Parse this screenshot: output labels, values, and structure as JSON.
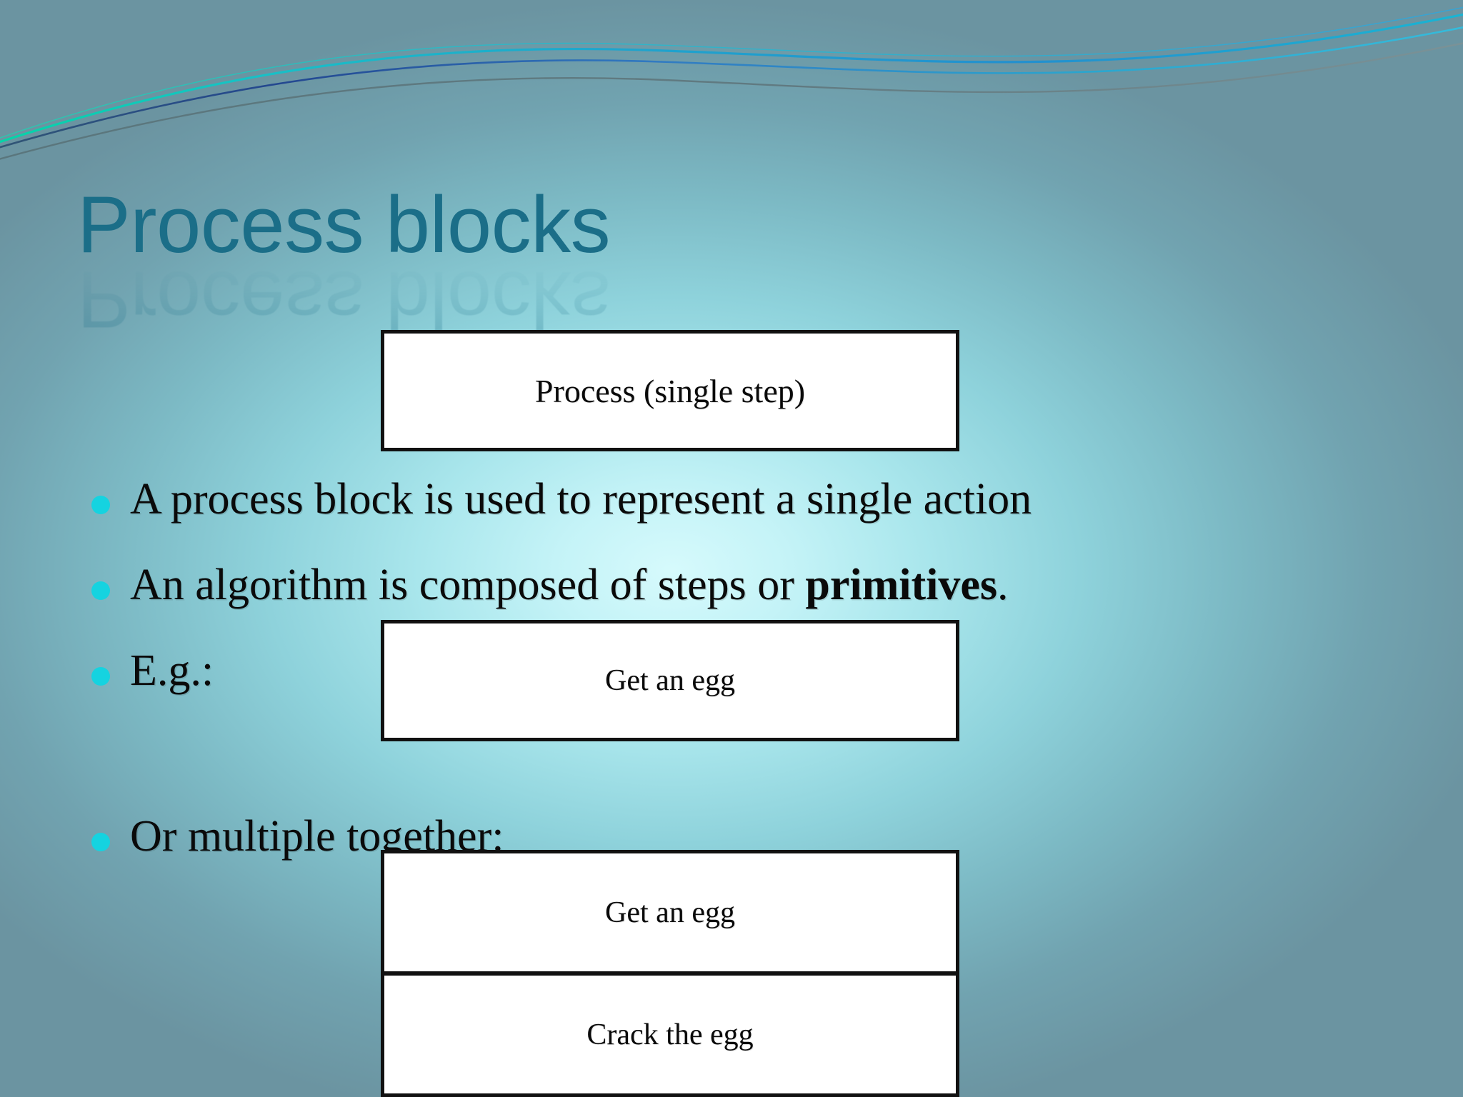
{
  "slide": {
    "title": "Process blocks",
    "background": {
      "center_color": "#c8f5f8",
      "edge_color": "#6d95a0"
    },
    "title_color": "#1b6e88",
    "bullet_color": "#15d3e0"
  },
  "decoration": {
    "swoosh_name": "top-swoosh-lines",
    "line_colors": [
      "#00c7a0",
      "#16b3c4",
      "#2e7fd4",
      "#1b3f7a",
      "#5f6f72",
      "#2aa7c8"
    ]
  },
  "diagram": {
    "process_box": {
      "label": "Process (single step)",
      "fill": "#ffffff",
      "border": "#111111"
    },
    "example_box": {
      "label": "Get an egg",
      "fill": "#ffffff",
      "border": "#111111"
    },
    "stack": [
      {
        "label": "Get an egg",
        "fill": "#ffffff",
        "border": "#111111"
      },
      {
        "label": "Crack the egg",
        "fill": "#ffffff",
        "border": "#111111"
      }
    ]
  },
  "bullets": [
    {
      "text": "A process block is used to represent a single action"
    },
    {
      "text_before": "An algorithm is composed of steps or ",
      "emphasis": "primitives",
      "text_after": "."
    },
    {
      "text": "E.g.:"
    },
    {
      "text": "Or multiple together:"
    }
  ]
}
